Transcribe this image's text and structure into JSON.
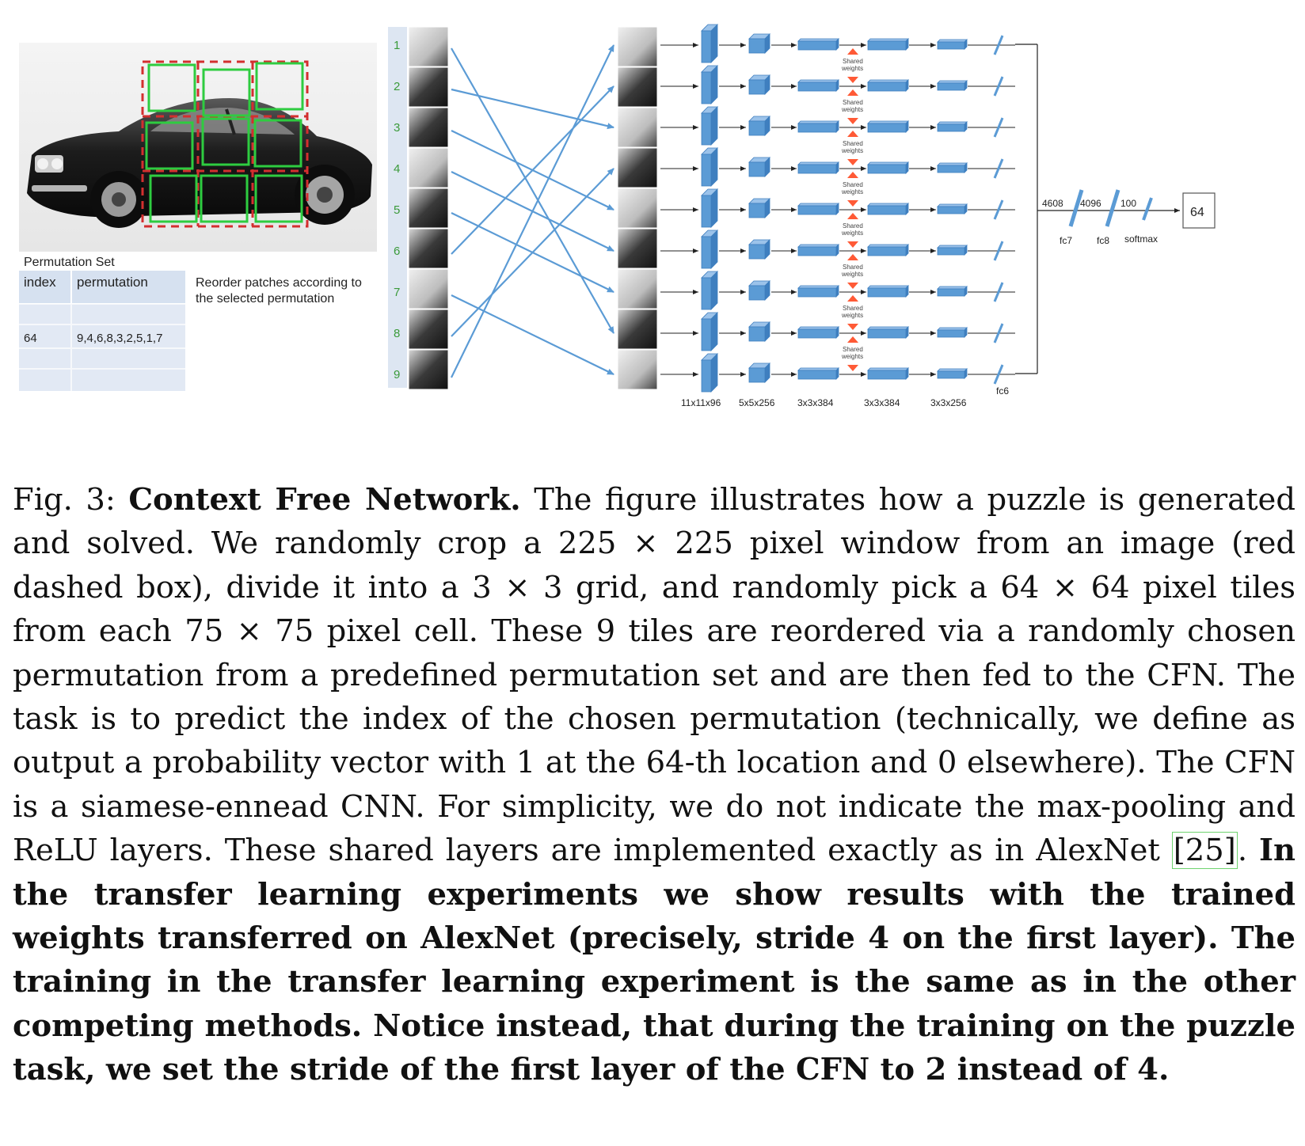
{
  "figure": {
    "permutation_set": {
      "title": "Permutation Set",
      "headers": [
        "index",
        "permutation"
      ],
      "rows": [
        [
          "",
          ""
        ],
        [
          "64",
          "9,4,6,8,3,2,5,1,7"
        ],
        [
          "",
          ""
        ],
        [
          "",
          ""
        ]
      ]
    },
    "reorder_note": [
      "Reorder patches according to",
      "the selected permutation"
    ],
    "tile_numbers": [
      "1",
      "2",
      "3",
      "4",
      "5",
      "6",
      "7",
      "8",
      "9"
    ],
    "shared_weights_label": [
      "Shared",
      "weights"
    ],
    "layer_labels": [
      "11x11x96",
      "5x5x256",
      "3x3x384",
      "3x3x384",
      "3x3x256"
    ],
    "fc6_label": "fc6",
    "fc_sizes": [
      "4608",
      "4096",
      "100"
    ],
    "fc_names": [
      "fc7",
      "fc8",
      "softmax"
    ],
    "output_value": "64",
    "permutation_mapping": [
      [
        1,
        8
      ],
      [
        2,
        3
      ],
      [
        3,
        5
      ],
      [
        4,
        6
      ],
      [
        5,
        7
      ],
      [
        6,
        2
      ],
      [
        7,
        9
      ],
      [
        8,
        4
      ],
      [
        9,
        1
      ]
    ],
    "colors": {
      "red_dashed_box": "#d32f2f",
      "green_tiles": "#2ecc40",
      "arrows": "#5b9bd5",
      "layer_blocks": "#5b9bd5",
      "shared_arrows": "#ff5a36",
      "table_fill": "#d6e1f0"
    }
  },
  "caption": {
    "label": "Fig. 3:",
    "title": "Context Free Network.",
    "part1": "The figure illustrates how a puzzle is generated and solved. We randomly crop a 225 × 225 pixel window from an image (red dashed box), divide it into a 3 × 3 grid, and randomly pick a 64 × 64 pixel tiles from each 75 × 75 pixel cell. These 9 tiles are reordered via a randomly chosen permutation from a predefined permutation set and are then fed to the CFN. The task is to predict the index of the chosen permutation (technically, we define as output a probability vector with 1 at the 64-th location and 0 elsewhere). The CFN is a siamese-ennead CNN. For simplicity, we do not indicate the max-pooling and ReLU layers. These shared layers are implemented exactly as in AlexNet",
    "cite": "[25]",
    "after_cite": ".",
    "bold_part": "In the transfer learning experiments we show results with the trained weights transferred on AlexNet (precisely, stride 4 on the first layer). The training in the transfer learning experiment is the same as in the other competing methods. Notice instead, that during the training on the puzzle task, we set the stride of the first layer of the CFN to 2 instead of 4."
  }
}
